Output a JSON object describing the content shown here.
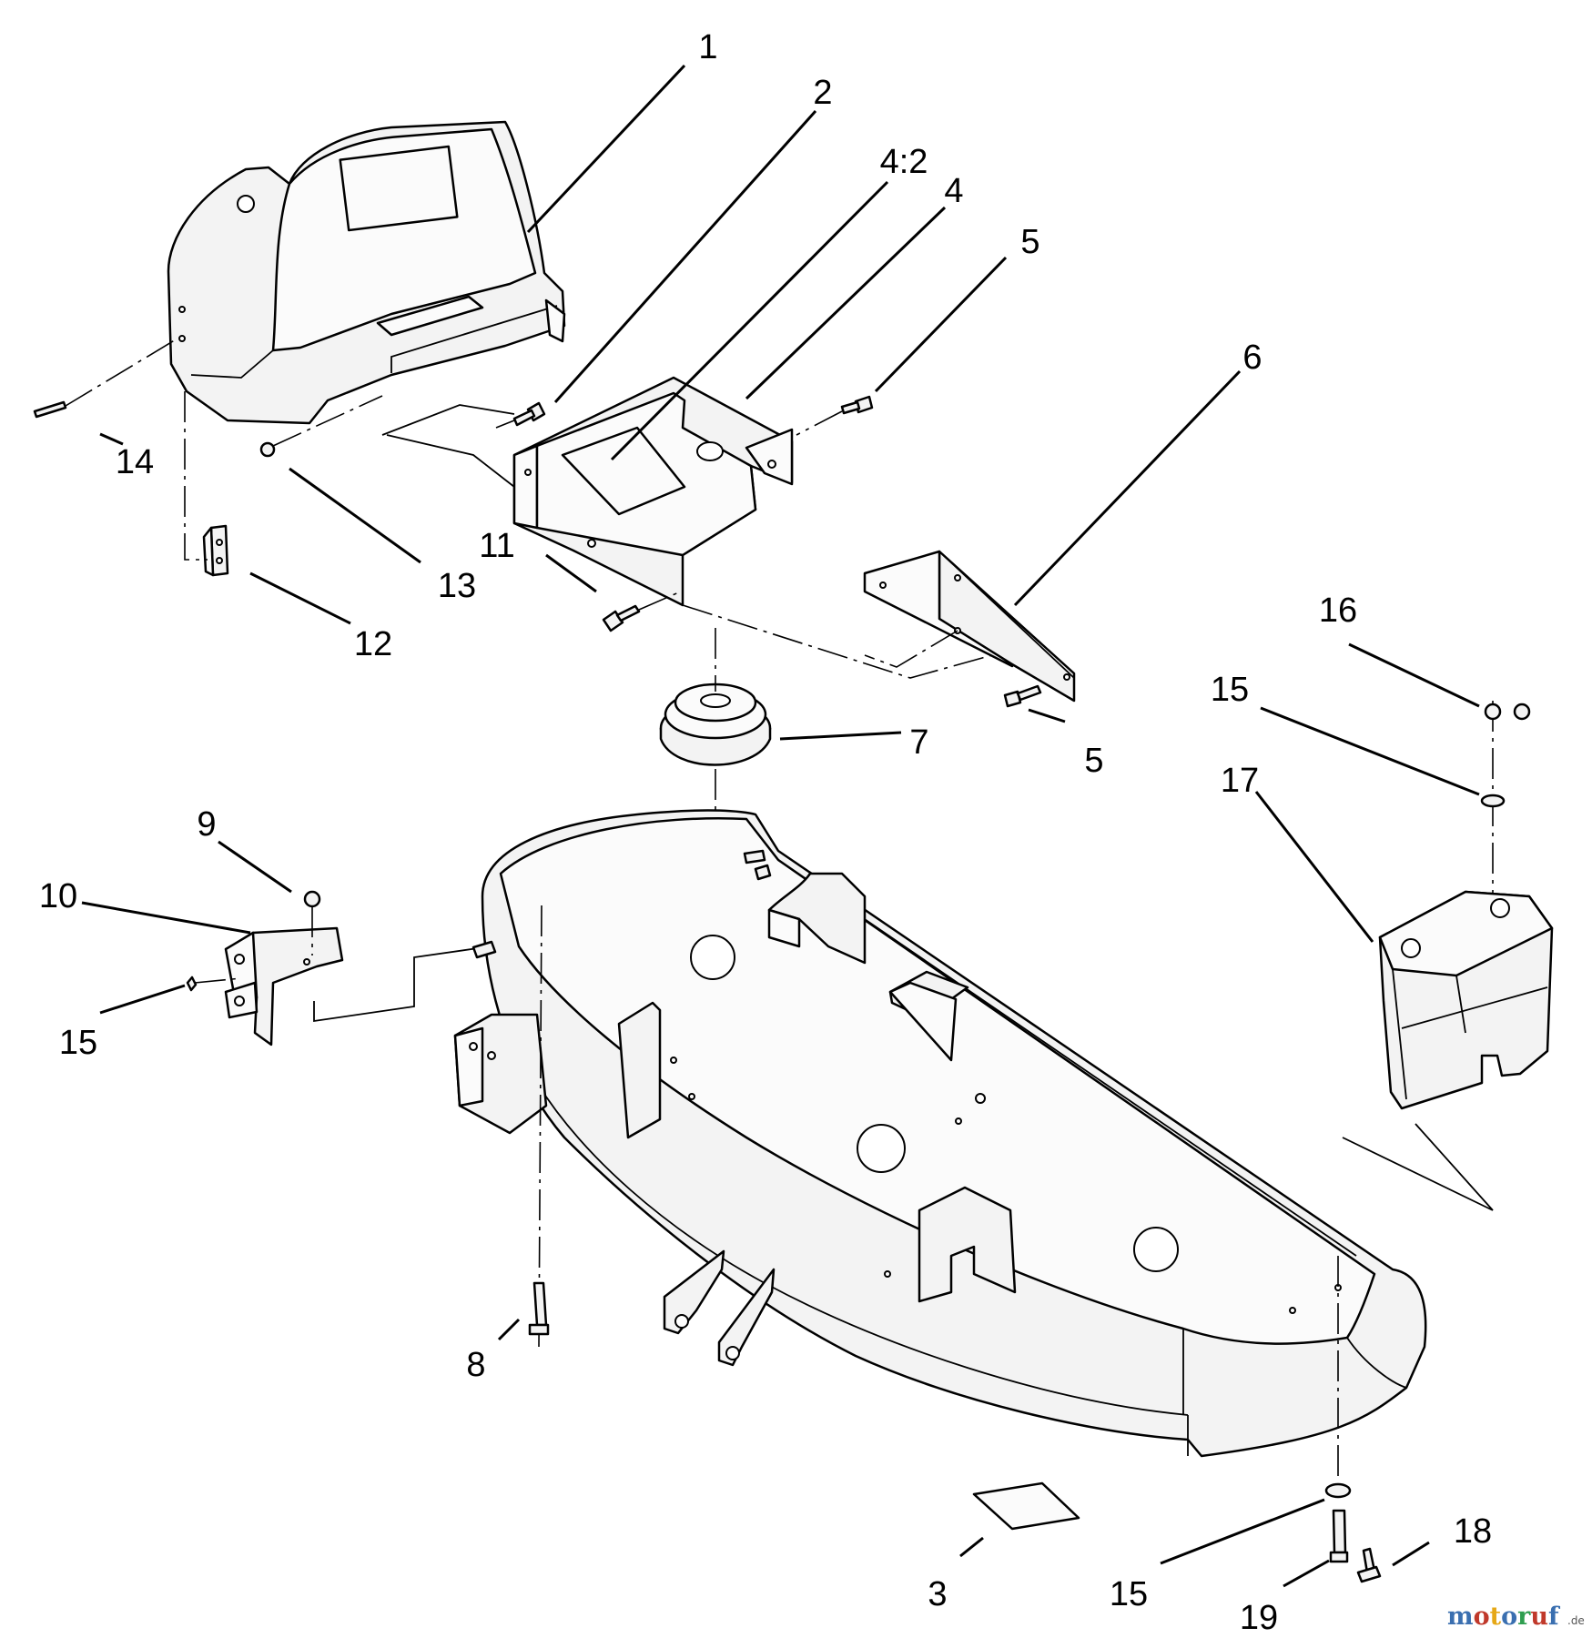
{
  "callouts": [
    {
      "id": "c1",
      "label": "1"
    },
    {
      "id": "c2",
      "label": "2"
    },
    {
      "id": "c42",
      "label": "4:2"
    },
    {
      "id": "c4",
      "label": "4"
    },
    {
      "id": "c5a",
      "label": "5"
    },
    {
      "id": "c6",
      "label": "6"
    },
    {
      "id": "c14",
      "label": "14"
    },
    {
      "id": "c13",
      "label": "13"
    },
    {
      "id": "c11",
      "label": "11"
    },
    {
      "id": "c12",
      "label": "12"
    },
    {
      "id": "c16",
      "label": "16"
    },
    {
      "id": "c15a",
      "label": "15"
    },
    {
      "id": "c7",
      "label": "7"
    },
    {
      "id": "c5b",
      "label": "5"
    },
    {
      "id": "c17",
      "label": "17"
    },
    {
      "id": "c9",
      "label": "9"
    },
    {
      "id": "c10",
      "label": "10"
    },
    {
      "id": "c15b",
      "label": "15"
    },
    {
      "id": "c8",
      "label": "8"
    },
    {
      "id": "c18",
      "label": "18"
    },
    {
      "id": "c3",
      "label": "3"
    },
    {
      "id": "c15c",
      "label": "15"
    },
    {
      "id": "c19",
      "label": "19"
    }
  ],
  "watermark": {
    "letters": [
      "m",
      "o",
      "t",
      "o",
      "r",
      "u",
      "f"
    ],
    "letter_colors": [
      "#3a6fb0",
      "#c0392b",
      "#e6a817",
      "#3a6fb0",
      "#2e9e4f",
      "#c0392b",
      "#3a6fb0"
    ],
    "suffix": ".de"
  }
}
